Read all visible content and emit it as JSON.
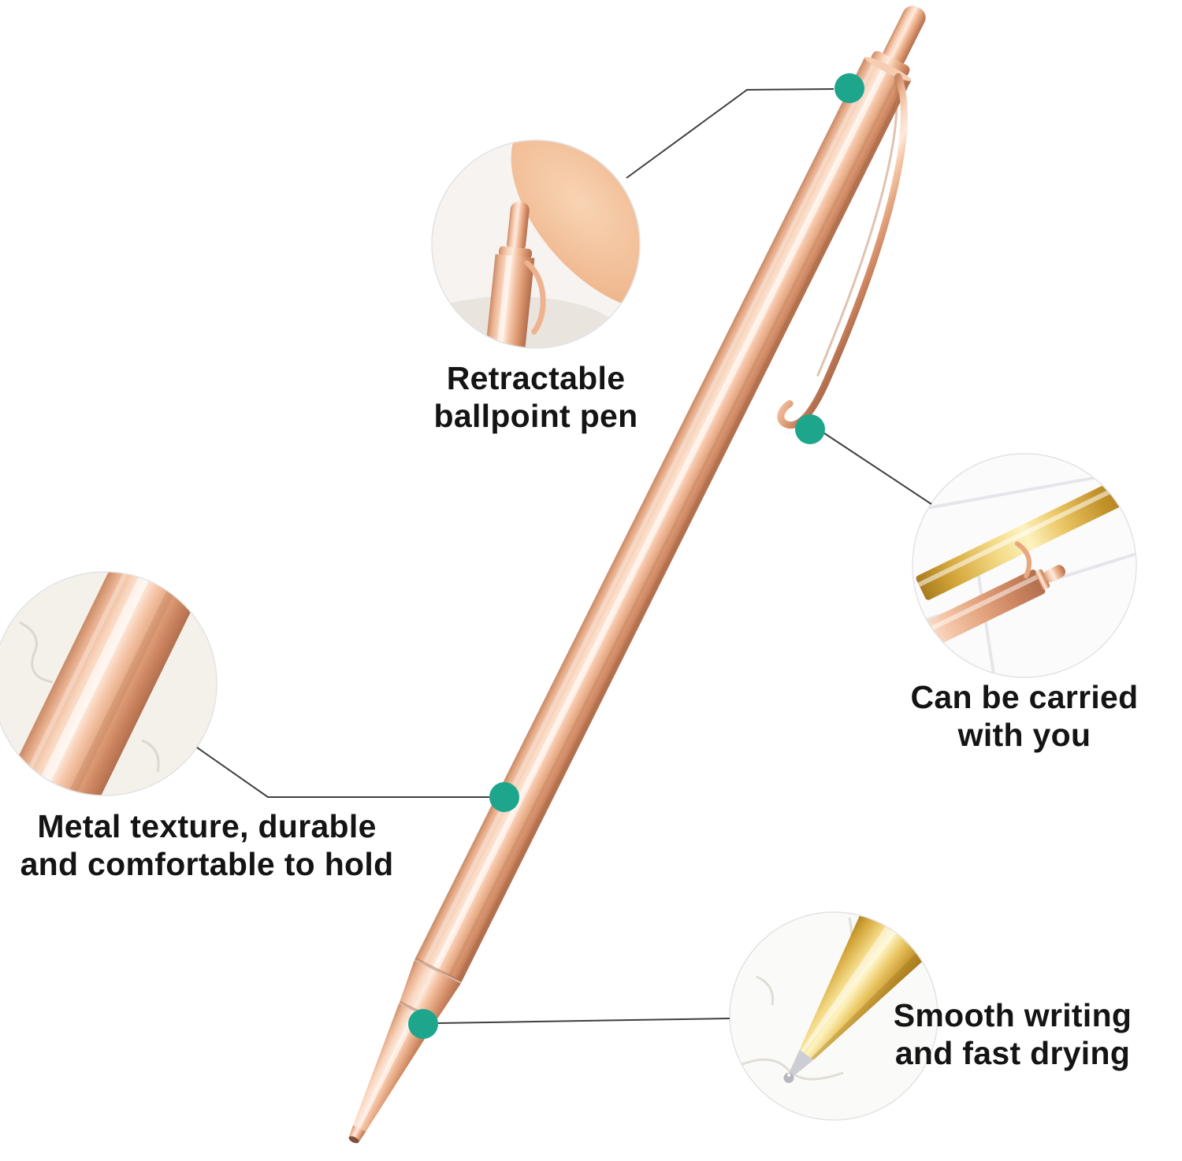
{
  "page": {
    "background": "#ffffff",
    "type": "product feature infographic"
  },
  "accent": {
    "dot_color": "#1da68c",
    "line_color": "#3f3f3f"
  },
  "product_colors": {
    "rose_gold_highlight": "#fdeadd",
    "rose_gold_mid": "#f0b797",
    "rose_gold_shadow": "#b26f4e",
    "gold_mid": "#f3d984",
    "tip_silver": "#c8c9ce"
  },
  "callouts": [
    {
      "id": "retractable",
      "label": "Retractable\nballpoint pen"
    },
    {
      "id": "carry",
      "label": "Can be carried\nwith you"
    },
    {
      "id": "metal-texture",
      "label": "Metal texture, durable\nand comfortable to hold"
    },
    {
      "id": "smooth-writing",
      "label": "Smooth writing\nand fast drying"
    }
  ]
}
